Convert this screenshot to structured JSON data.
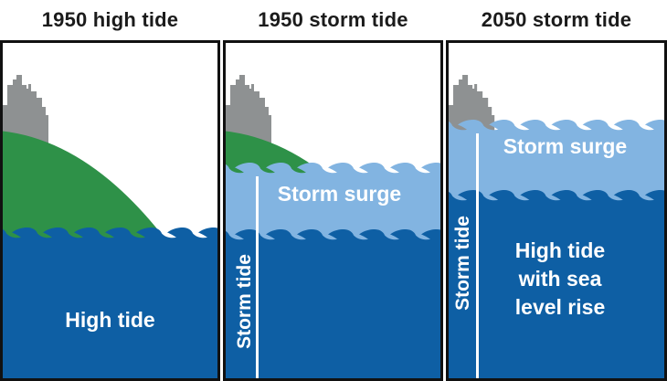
{
  "figure": {
    "panels": [
      {
        "title": "1950 high tide",
        "water_label": "High tide",
        "layers": [
          "sky",
          "city-skyline",
          "green-land",
          "high-tide-water"
        ]
      },
      {
        "title": "1950 storm tide",
        "surge_label": "Storm surge",
        "tide_label": "Storm tide",
        "layers": [
          "sky",
          "city-skyline",
          "green-land",
          "storm-surge-water",
          "high-tide-water"
        ]
      },
      {
        "title": "2050 storm tide",
        "surge_label": "Storm surge",
        "tide_label": "Storm tide",
        "water_label": "High tide with sea level rise",
        "layers": [
          "sky",
          "city-skyline",
          "storm-surge-water",
          "high-tide-water"
        ]
      }
    ],
    "colors": {
      "deep_water": "#0E5FA4",
      "storm_surge": "#82B4E1",
      "land": "#2E9148",
      "city": "#8E9192",
      "panel_border": "#111111",
      "label_text": "#FFFFFF",
      "title_text": "#1B1B1B",
      "background": "#FFFFFF"
    }
  }
}
